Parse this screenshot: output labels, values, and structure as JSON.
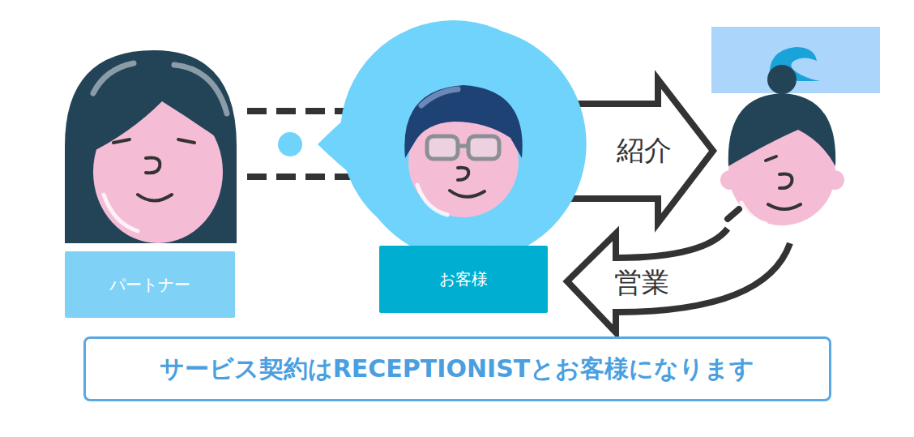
{
  "diagram": {
    "nodes": [
      {
        "text": [
          "パートナー"
        ]
      },
      {
        "text": [
          "お客様"
        ]
      },
      {
        "text": [
          "サービス契約はRECEPTIONISTとお客様になります"
        ]
      }
    ],
    "labels": [
      "紹介",
      "営業"
    ]
  }
}
